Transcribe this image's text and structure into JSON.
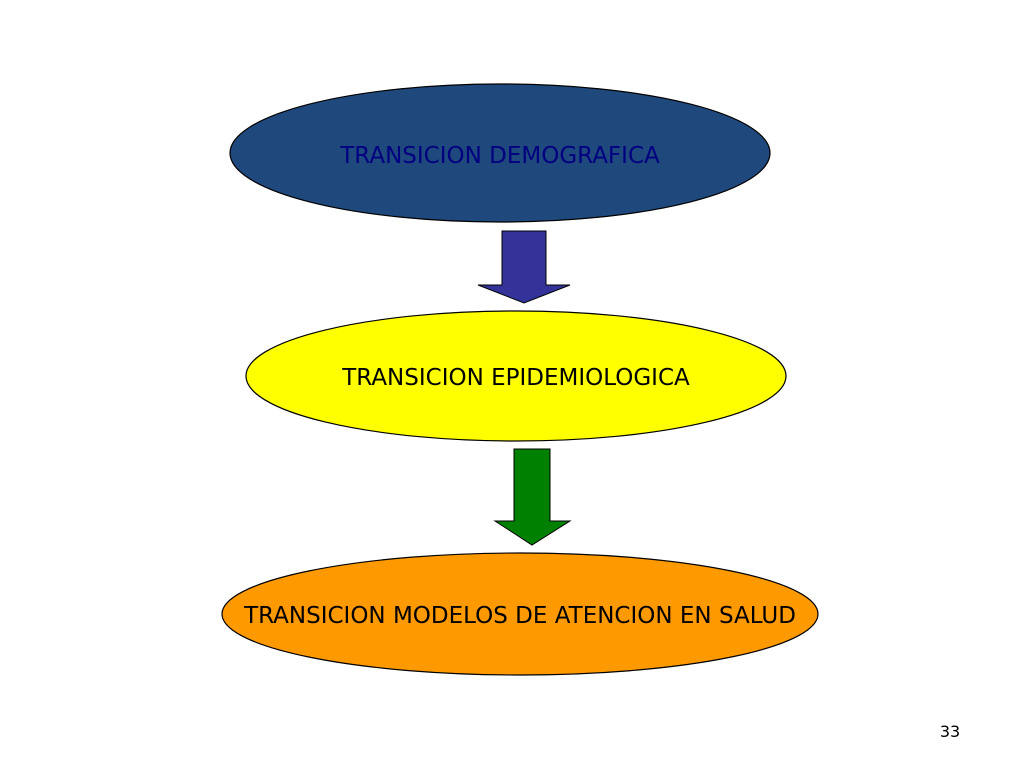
{
  "diagram": {
    "nodes": [
      {
        "id": "demografica",
        "label": "TRANSICION DEMOGRAFICA",
        "fill": "#1F497D",
        "text_color": "#000080"
      },
      {
        "id": "epidemiologica",
        "label": "TRANSICION EPIDEMIOLOGICA",
        "fill": "#FFFF00",
        "text_color": "#000000"
      },
      {
        "id": "modelos",
        "label": "TRANSICION MODELOS DE ATENCION EN SALUD",
        "fill": "#FF9900",
        "text_color": "#000000"
      }
    ],
    "arrows": [
      {
        "from": "demografica",
        "to": "epidemiologica",
        "fill": "#333399"
      },
      {
        "from": "epidemiologica",
        "to": "modelos",
        "fill": "#008000"
      }
    ]
  },
  "slide": {
    "page_number": "33"
  }
}
